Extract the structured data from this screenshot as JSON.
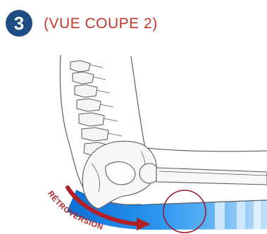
{
  "header": {
    "step_number": "3",
    "title": "(VUE COUPE 2)"
  },
  "diagram": {
    "arrow_label": "RÉTROVERSION"
  },
  "colors": {
    "badge": "#1f4e84",
    "title": "#c0392b",
    "arrow": "#b21f24",
    "cushion": "#1e88e5",
    "highlight_circle": "#9b1b2e"
  }
}
